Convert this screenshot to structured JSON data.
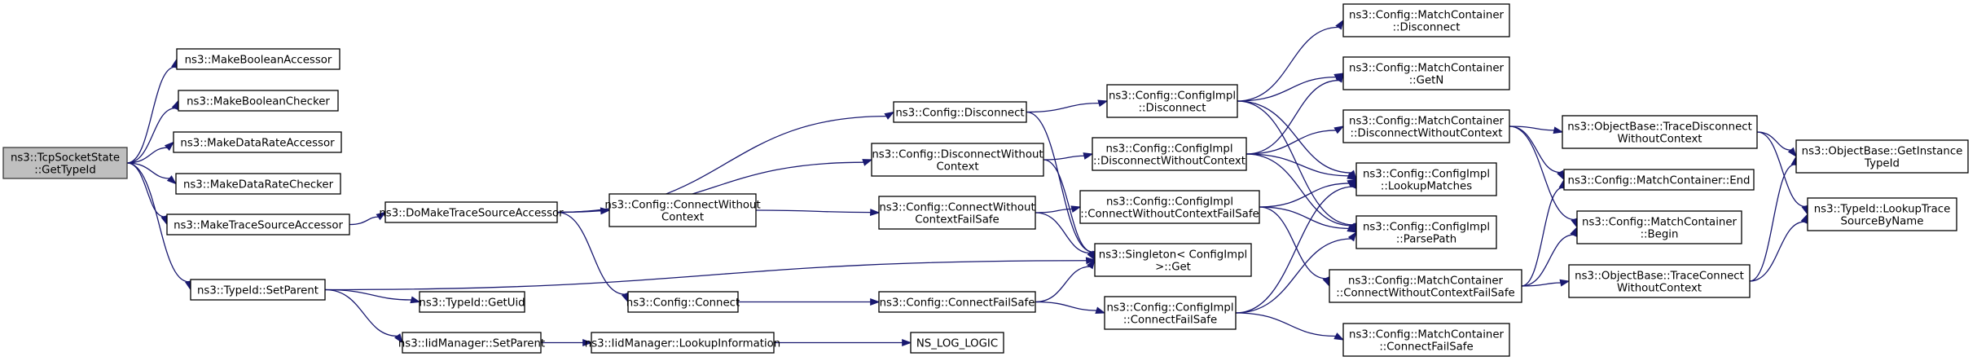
{
  "diagram": {
    "type": "call-graph",
    "edge_color": "#191970",
    "root_fill": "#bfbfbf",
    "nodes": [
      {
        "id": "root",
        "lines": [
          "ns3::TcpSocketState",
          "::GetTypeId"
        ],
        "root": true
      },
      {
        "id": "mba",
        "lines": [
          "ns3::MakeBooleanAccessor"
        ]
      },
      {
        "id": "mbc",
        "lines": [
          "ns3::MakeBooleanChecker"
        ]
      },
      {
        "id": "mdra",
        "lines": [
          "ns3::MakeDataRateAccessor"
        ]
      },
      {
        "id": "mdrc",
        "lines": [
          "ns3::MakeDataRateChecker"
        ]
      },
      {
        "id": "mtsa",
        "lines": [
          "ns3::MakeTraceSourceAccessor"
        ]
      },
      {
        "id": "tsp",
        "lines": [
          "ns3::TypeId::SetParent"
        ]
      },
      {
        "id": "dmtsa",
        "lines": [
          "ns3::DoMakeTraceSourceAccessor"
        ]
      },
      {
        "id": "gu",
        "lines": [
          "ns3::TypeId::GetUid"
        ]
      },
      {
        "id": "imsp",
        "lines": [
          "ns3::IidManager::SetParent"
        ]
      },
      {
        "id": "cdis",
        "lines": [
          "ns3::Config::Disconnect"
        ]
      },
      {
        "id": "cdwc",
        "lines": [
          "ns3::Config::DisconnectWithout",
          "Context"
        ]
      },
      {
        "id": "ccwc",
        "lines": [
          "ns3::Config::ConnectWithout",
          "Context"
        ]
      },
      {
        "id": "ccon",
        "lines": [
          "ns3::Config::Connect"
        ]
      },
      {
        "id": "imli",
        "lines": [
          "ns3::IidManager::LookupInformation"
        ]
      },
      {
        "id": "ccwcfs",
        "lines": [
          "ns3::Config::ConnectWithout",
          "ContextFailSafe"
        ]
      },
      {
        "id": "ccfs",
        "lines": [
          "ns3::Config::ConnectFailSafe"
        ]
      },
      {
        "id": "nll",
        "lines": [
          "NS_LOG_LOGIC"
        ]
      },
      {
        "id": "cidis",
        "lines": [
          "ns3::Config::ConfigImpl",
          "::Disconnect"
        ]
      },
      {
        "id": "cidwc",
        "lines": [
          "ns3::Config::ConfigImpl",
          "::DisconnectWithoutContext"
        ]
      },
      {
        "id": "cicwcfs",
        "lines": [
          "ns3::Config::ConfigImpl",
          "::ConnectWithoutContextFailSafe"
        ]
      },
      {
        "id": "sget",
        "lines": [
          "ns3::Singleton< ConfigImpl",
          ">::Get"
        ]
      },
      {
        "id": "cicfs",
        "lines": [
          "ns3::Config::ConfigImpl",
          "::ConnectFailSafe"
        ]
      },
      {
        "id": "mcdis",
        "lines": [
          "ns3::Config::MatchContainer",
          "::Disconnect"
        ]
      },
      {
        "id": "mcgetn",
        "lines": [
          "ns3::Config::MatchContainer",
          "::GetN"
        ]
      },
      {
        "id": "mcdwc",
        "lines": [
          "ns3::Config::MatchContainer",
          "::DisconnectWithoutContext"
        ]
      },
      {
        "id": "cilm",
        "lines": [
          "ns3::Config::ConfigImpl",
          "::LookupMatches"
        ]
      },
      {
        "id": "cipp",
        "lines": [
          "ns3::Config::ConfigImpl",
          "::ParsePath"
        ]
      },
      {
        "id": "mccwcfs",
        "lines": [
          "ns3::Config::MatchContainer",
          "::ConnectWithoutContextFailSafe"
        ]
      },
      {
        "id": "mccfs",
        "lines": [
          "ns3::Config::MatchContainer",
          "::ConnectFailSafe"
        ]
      },
      {
        "id": "obtdwc",
        "lines": [
          "ns3::ObjectBase::TraceDisconnect",
          "WithoutContext"
        ]
      },
      {
        "id": "mcend",
        "lines": [
          "ns3::Config::MatchContainer::End"
        ]
      },
      {
        "id": "mcbegin",
        "lines": [
          "ns3::Config::MatchContainer",
          "::Begin"
        ]
      },
      {
        "id": "obtcwc",
        "lines": [
          "ns3::ObjectBase::TraceConnect",
          "WithoutContext"
        ]
      },
      {
        "id": "obgit",
        "lines": [
          "ns3::ObjectBase::GetInstance",
          "TypeId"
        ]
      },
      {
        "id": "tlts",
        "lines": [
          "ns3::TypeId::LookupTrace",
          "SourceByName"
        ]
      }
    ],
    "edges": [
      [
        "root",
        "mba"
      ],
      [
        "root",
        "mbc"
      ],
      [
        "root",
        "mdra"
      ],
      [
        "root",
        "mdrc"
      ],
      [
        "root",
        "mtsa"
      ],
      [
        "root",
        "tsp"
      ],
      [
        "mtsa",
        "dmtsa"
      ],
      [
        "tsp",
        "sget"
      ],
      [
        "tsp",
        "gu"
      ],
      [
        "tsp",
        "imsp"
      ],
      [
        "dmtsa",
        "cdis"
      ],
      [
        "dmtsa",
        "cdwc"
      ],
      [
        "dmtsa",
        "ccwc"
      ],
      [
        "dmtsa",
        "ccon"
      ],
      [
        "imsp",
        "imli"
      ],
      [
        "imli",
        "nll"
      ],
      [
        "cdis",
        "cidis"
      ],
      [
        "cdis",
        "sget"
      ],
      [
        "cdwc",
        "cidwc"
      ],
      [
        "cdwc",
        "sget"
      ],
      [
        "ccwc",
        "ccwcfs"
      ],
      [
        "ccon",
        "ccfs"
      ],
      [
        "ccwcfs",
        "cicwcfs"
      ],
      [
        "ccwcfs",
        "sget"
      ],
      [
        "ccfs",
        "sget"
      ],
      [
        "ccfs",
        "cicfs"
      ],
      [
        "cidis",
        "mcdis"
      ],
      [
        "cidis",
        "mcgetn"
      ],
      [
        "cidis",
        "cilm"
      ],
      [
        "cidis",
        "cipp"
      ],
      [
        "cidwc",
        "mcgetn"
      ],
      [
        "cidwc",
        "mcdwc"
      ],
      [
        "cidwc",
        "cilm"
      ],
      [
        "cidwc",
        "cipp"
      ],
      [
        "cicwcfs",
        "cilm"
      ],
      [
        "cicwcfs",
        "cipp"
      ],
      [
        "cicwcfs",
        "mccwcfs"
      ],
      [
        "cicfs",
        "cilm"
      ],
      [
        "cicfs",
        "cipp"
      ],
      [
        "cicfs",
        "mccfs"
      ],
      [
        "mcdwc",
        "obtdwc"
      ],
      [
        "mcdwc",
        "mcend"
      ],
      [
        "mcdwc",
        "mcbegin"
      ],
      [
        "mccwcfs",
        "mcend"
      ],
      [
        "mccwcfs",
        "mcbegin"
      ],
      [
        "mccwcfs",
        "obtcwc"
      ],
      [
        "obtdwc",
        "obgit"
      ],
      [
        "obtdwc",
        "tlts"
      ],
      [
        "obtcwc",
        "obgit"
      ],
      [
        "obtcwc",
        "tlts"
      ]
    ]
  }
}
